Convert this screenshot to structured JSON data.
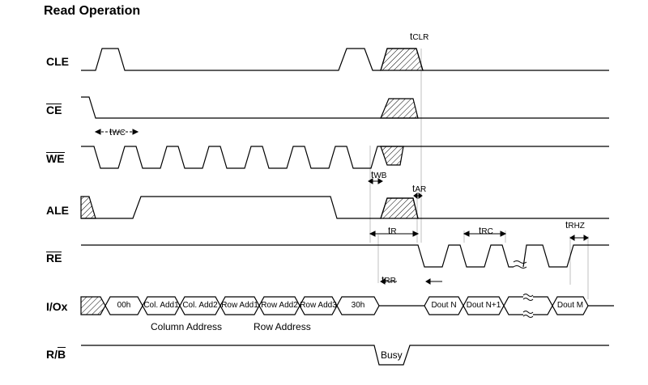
{
  "title": "Read Operation",
  "signals": {
    "cle": "CLE",
    "ce": "CE",
    "we": "WE",
    "ale": "ALE",
    "re": "RE",
    "io": "I/Ox",
    "rb_r": "R/",
    "rb_b": "B"
  },
  "params": {
    "twc": {
      "t": "t",
      "sub": "WC"
    },
    "tclr": {
      "t": "t",
      "sub": "CLR"
    },
    "twb": {
      "t": "t",
      "sub": "WB"
    },
    "tar": {
      "t": "t",
      "sub": "AR"
    },
    "tr": {
      "t": "t",
      "sub": "R"
    },
    "trc": {
      "t": "t",
      "sub": "RC"
    },
    "trhz": {
      "t": "t",
      "sub": "RHZ"
    },
    "trr": {
      "t": "t",
      "sub": "RR"
    }
  },
  "io_cells": {
    "c00h": "00h",
    "col1": "Col. Add1",
    "col2": "Col. Add2",
    "row1": "Row Add1",
    "row2": "Row Add2",
    "row3": "Row Add3",
    "c30h": "30h",
    "doutn": "Dout N",
    "doutn1": "Dout N+1",
    "doutm": "Dout M"
  },
  "notes": {
    "column_address": "Column Address",
    "row_address": "Row Address",
    "busy": "Busy"
  }
}
